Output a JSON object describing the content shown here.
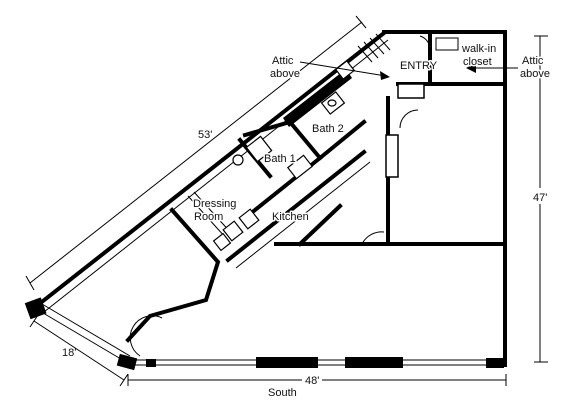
{
  "labels": {
    "entry": "ENTRY",
    "walk_in_closet_line1": "walk-in",
    "walk_in_closet_line2": "closet",
    "attic_left_line1": "Attic",
    "attic_left_line2": "above",
    "attic_right_line1": "Attic",
    "attic_right_line2": "above",
    "bath_1": "Bath 1",
    "bath_2": "Bath 2",
    "dressing_room_line1": "Dressing",
    "dressing_room_line2": "Room",
    "kitchen": "Kitchen"
  },
  "dimensions": {
    "diagonal_wall": "53'",
    "east_wall": "47'",
    "south_wall": "48'",
    "corner_wall": "18'",
    "south_label": "South"
  },
  "colors": {
    "wall": "#000000",
    "background": "#ffffff"
  }
}
